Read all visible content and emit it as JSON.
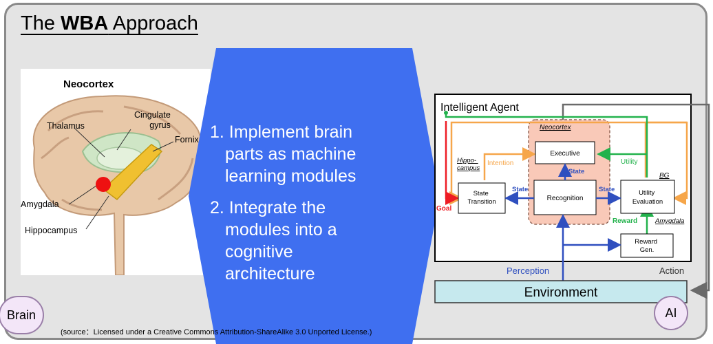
{
  "title": {
    "prefix": "The ",
    "bold": "WBA",
    "suffix": " Approach"
  },
  "brain_labels": {
    "neocortex": "Neocortex",
    "thalamus": "Thalamus",
    "cingulate": "Cingulate\ngyrus",
    "fornix": "Fornix",
    "amygdala": "Amygdala",
    "hippocampus": "Hippocampus"
  },
  "steps": [
    {
      "line1": "1. Implement brain",
      "rest": [
        "parts as machine",
        "learning modules"
      ]
    },
    {
      "line1": "2. Integrate the",
      "rest": [
        "modules into a",
        "cognitive",
        "architecture"
      ]
    }
  ],
  "agent": {
    "title": "Intelligent Agent",
    "neocortex": "Neocortex",
    "hippocampus": "Hippo-\ncampus",
    "intention": "Intention",
    "utility": "Utility",
    "bg": "BG",
    "state": "State",
    "reward": "Reward",
    "amygdala": "Amygdala",
    "goal": "Goal",
    "boxes": {
      "executive": "Executive",
      "state_transition": "State\nTransition",
      "recognition": "Recognition",
      "utility_evaluation": "Utility\nEvaluation",
      "reward_gen": "Reward\nGen."
    },
    "perception": "Perception",
    "action": "Action",
    "environment": "Environment"
  },
  "badges": {
    "brain": "Brain",
    "ai": "AI"
  },
  "source": "(source：Licensed under a Creative Commons Attribution-ShareAlike 3.0 Unported License.)",
  "colors": {
    "arrow_blue": "#3f6ff0",
    "orange": "#f6a64a",
    "green": "#22b24c",
    "red": "#ee1c24",
    "dark_blue": "#2f4fbf",
    "env_fill": "#c6e9ee",
    "neo_fill": "#f9c9b8"
  }
}
